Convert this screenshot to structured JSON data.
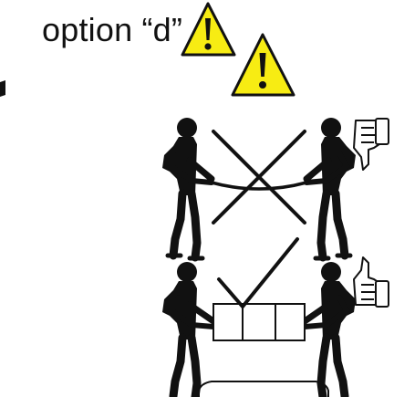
{
  "header": {
    "option_label": "option “d”"
  },
  "icons": {
    "warning_small": "warning-triangle",
    "warning_large": "warning-triangle",
    "incorrect_mark": "cross",
    "correct_mark": "check-mark",
    "thumbs_down": "thumbs-down",
    "thumbs_up": "thumbs-up"
  },
  "colors": {
    "warning_fill": "#f7ec13",
    "ink": "#111111",
    "background": "#ffffff"
  },
  "panels": [
    {
      "state": "incorrect",
      "icon": "cross",
      "thumb": "thumbs-down"
    },
    {
      "state": "correct",
      "icon": "check-mark",
      "thumb": "thumbs-up"
    }
  ]
}
